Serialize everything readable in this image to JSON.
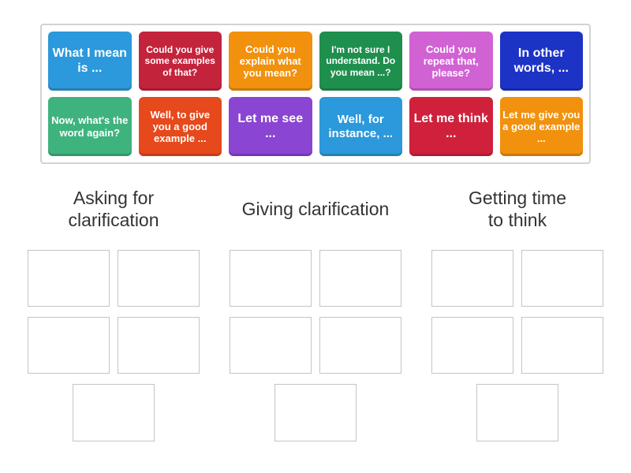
{
  "tray": {
    "tiles": [
      {
        "text": "What I mean is ...",
        "color": "#2b99db"
      },
      {
        "text": "Could you give some examples of that?",
        "color": "#c4233c"
      },
      {
        "text": "Could you explain what you mean?",
        "color": "#f1910d"
      },
      {
        "text": "I'm not sure I understand. Do you mean ...?",
        "color": "#1f8f4e"
      },
      {
        "text": "Could you repeat that, please?",
        "color": "#d162d4"
      },
      {
        "text": "In other words, ...",
        "color": "#1c33c6"
      },
      {
        "text": "Now, what's the word again?",
        "color": "#3eb37e"
      },
      {
        "text": "Well, to give you a good example ...",
        "color": "#e6491b"
      },
      {
        "text": "Let me see ...",
        "color": "#8a45d3"
      },
      {
        "text": "Well, for instance, ...",
        "color": "#2b99db"
      },
      {
        "text": "Let me think ...",
        "color": "#cf213c"
      },
      {
        "text": "Let me give you a good example ...",
        "color": "#f1910d"
      }
    ]
  },
  "groups": [
    {
      "title": "Asking for clarification",
      "title_lines": [
        "Asking for",
        "clarification"
      ],
      "empty_slots": 5
    },
    {
      "title": "Giving clarification",
      "title_lines": [
        "Giving clarification"
      ],
      "empty_slots": 5
    },
    {
      "title": "Getting time to think",
      "title_lines": [
        "Getting time",
        "to think"
      ],
      "empty_slots": 5
    }
  ]
}
